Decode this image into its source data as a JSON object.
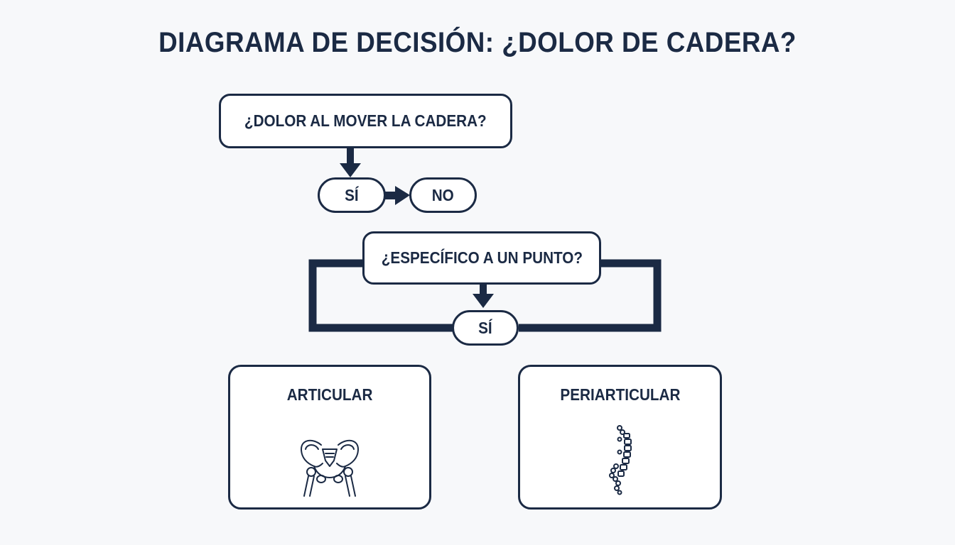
{
  "title": "DIAGRAMA DE DECISIÓN: ¿DOLOR DE CADERA?",
  "question_1": "¿DOLOR AL MOVER LA CADERA?",
  "answer_yes_1": "SÍ",
  "answer_no_1": "NO",
  "question_2": "¿ESPECÍFICO A UN PUNTO?",
  "answer_yes_2": "SÍ",
  "outcomes": [
    {
      "label": "ARTICULAR",
      "icon": "pelvis-icon"
    },
    {
      "label": "PERIARTICULAR",
      "icon": "spine-icon"
    }
  ],
  "colors": {
    "primary": "#1b2a44",
    "background": "#f7f8fa",
    "box_fill": "#ffffff"
  }
}
